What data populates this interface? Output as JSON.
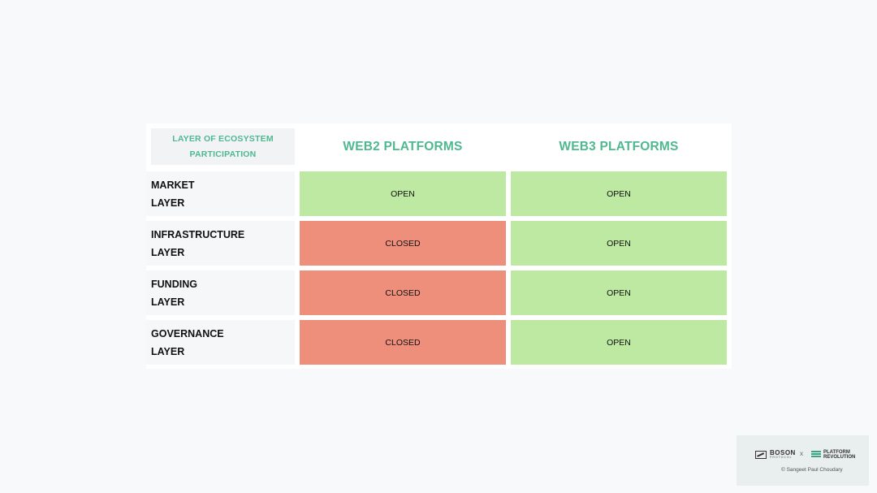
{
  "table": {
    "header_label_line1": "LAYER OF ECOSYSTEM",
    "header_label_line2": "PARTICIPATION",
    "columns": [
      "WEB2 PLATFORMS",
      "WEB3 PLATFORMS"
    ],
    "rows": [
      {
        "line1": "MARKET",
        "line2": "LAYER",
        "web2": "OPEN",
        "web3": "OPEN"
      },
      {
        "line1": "INFRASTRUCTURE",
        "line2": "LAYER",
        "web2": "CLOSED",
        "web3": "OPEN"
      },
      {
        "line1": "FUNDING",
        "line2": "LAYER",
        "web2": "CLOSED",
        "web3": "OPEN"
      },
      {
        "line1": "GOVERNANCE",
        "line2": "LAYER",
        "web2": "CLOSED",
        "web3": "OPEN"
      }
    ]
  },
  "colors": {
    "header_green": "#4fb890",
    "open": "#bde9a2",
    "closed": "#ee8f7c"
  },
  "footer": {
    "boson_name": "BOSON",
    "boson_sub": "PROTOCOL",
    "separator": "x",
    "platform_line1": "PLATFORM",
    "platform_line2": "REVOLUTION",
    "copyright": "© Sangeet Paul Choudary"
  }
}
